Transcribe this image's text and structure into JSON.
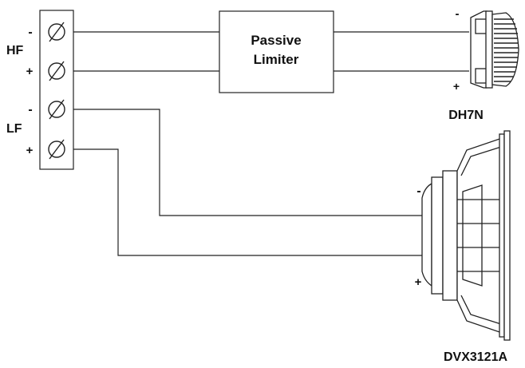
{
  "terminal_block": {
    "hf_label": "HF",
    "lf_label": "LF",
    "hf_minus": "-",
    "hf_plus": "+",
    "lf_minus": "-",
    "lf_plus": "+"
  },
  "limiter": {
    "line1": "Passive",
    "line2": "Limiter"
  },
  "tweeter": {
    "name": "DH7N",
    "minus": "-",
    "plus": "+"
  },
  "woofer": {
    "name": "DVX3121A",
    "minus": "-",
    "plus": "+"
  }
}
